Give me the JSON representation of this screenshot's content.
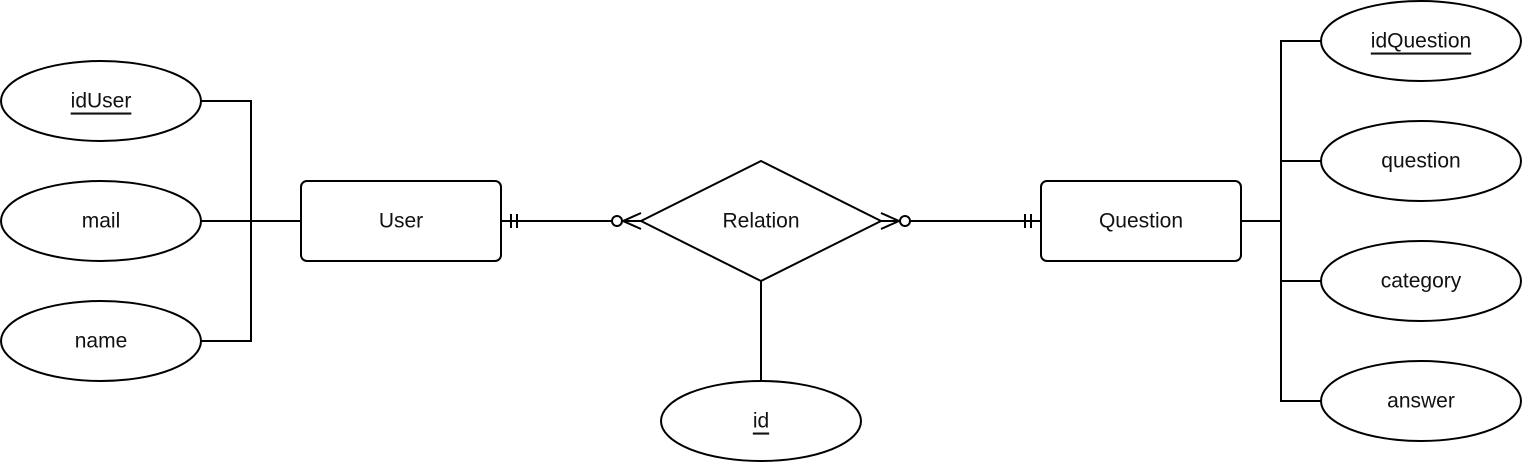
{
  "entities": {
    "user": "User",
    "question": "Question"
  },
  "relationship": {
    "label": "Relation"
  },
  "attributes": {
    "id_user": "idUser",
    "mail": "mail",
    "name": "name",
    "id_question": "idQuestion",
    "question": "question",
    "category": "category",
    "answer": "answer",
    "relation_id": "id"
  },
  "cardinality": {
    "user_side": "one-and-only-one",
    "relation_user_side": "zero-or-many",
    "relation_question_side": "zero-or-many",
    "question_side": "one-and-only-one"
  },
  "colors": {
    "stroke": "#000000",
    "fill": "#ffffff",
    "text": "#111111"
  }
}
